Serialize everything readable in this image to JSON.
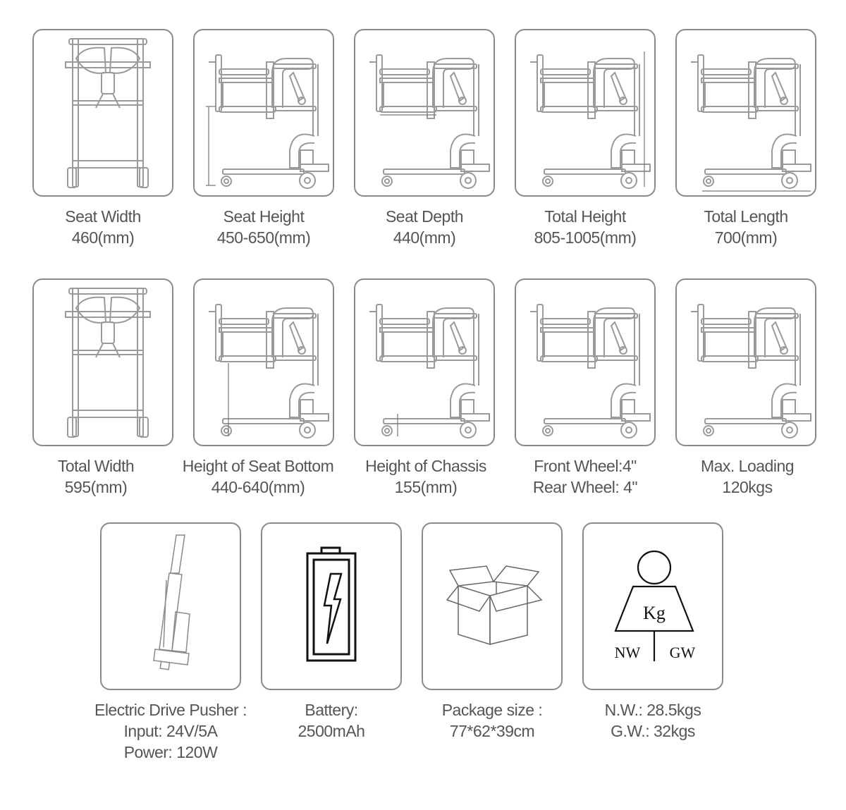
{
  "specs_row1": [
    {
      "title": "Seat Width",
      "value": "460(mm)",
      "icon": "chair-front-view"
    },
    {
      "title": "Seat Height",
      "value": "450-650(mm)",
      "icon": "chair-side-view-seat-height"
    },
    {
      "title": "Seat Depth",
      "value": "440(mm)",
      "icon": "chair-side-view-seat-depth"
    },
    {
      "title": "Total Height",
      "value": "805-1005(mm)",
      "icon": "chair-side-view-total-height"
    },
    {
      "title": "Total Length",
      "value": "700(mm)",
      "icon": "chair-side-view-total-length"
    }
  ],
  "specs_row2": [
    {
      "title": "Total Width",
      "value": "595(mm)",
      "icon": "chair-front-view-width"
    },
    {
      "title": "Height of Seat Bottom",
      "value": "440-640(mm)",
      "icon": "chair-side-view-seat-bottom"
    },
    {
      "title": "Height of Chassis",
      "value": "155(mm)",
      "icon": "chair-side-view-chassis"
    },
    {
      "title": "Front Wheel:4\"",
      "value": "Rear Wheel: 4\"",
      "icon": "chair-side-view-wheels"
    },
    {
      "title": "Max. Loading",
      "value": "120kgs",
      "icon": "chair-side-view-loading"
    }
  ],
  "specs_row3": [
    {
      "lines": [
        "Electric Drive Pusher :",
        "Input: 24V/5A",
        "Power: 120W"
      ],
      "icon": "linear-actuator"
    },
    {
      "lines": [
        "Battery:",
        "2500mAh"
      ],
      "icon": "battery"
    },
    {
      "lines": [
        "Package size :",
        "77*62*39cm"
      ],
      "icon": "open-box"
    },
    {
      "lines": [
        "N.W.: 28.5kgs",
        "G.W.: 32kgs"
      ],
      "icon": "weight",
      "weight_icon": {
        "unit": "Kg",
        "left": "NW",
        "right": "GW"
      }
    }
  ],
  "colors": {
    "border": "#8a8a8a",
    "text": "#555555",
    "line": "#9a9a9a",
    "icon_dark": "#111111"
  }
}
